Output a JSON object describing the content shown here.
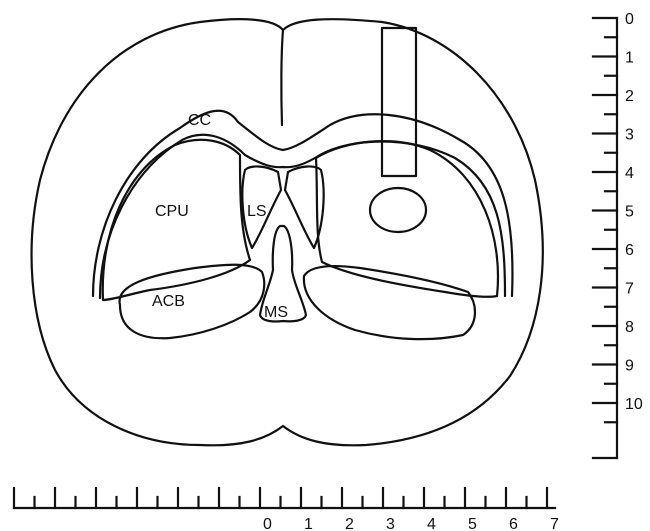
{
  "diagram": {
    "region_labels": {
      "cc": "CC",
      "cpu": "CPU",
      "ls": "LS",
      "acb": "ACB",
      "ms": "MS"
    }
  },
  "vertical_scale": {
    "labels": [
      "0",
      "1",
      "2",
      "3",
      "4",
      "5",
      "6",
      "7",
      "8",
      "9",
      "10"
    ]
  },
  "horizontal_scale": {
    "labels": [
      "0",
      "1",
      "2",
      "3",
      "4",
      "5",
      "6",
      "7"
    ]
  },
  "colors": {
    "stroke": "#111111",
    "background": "#ffffff"
  }
}
